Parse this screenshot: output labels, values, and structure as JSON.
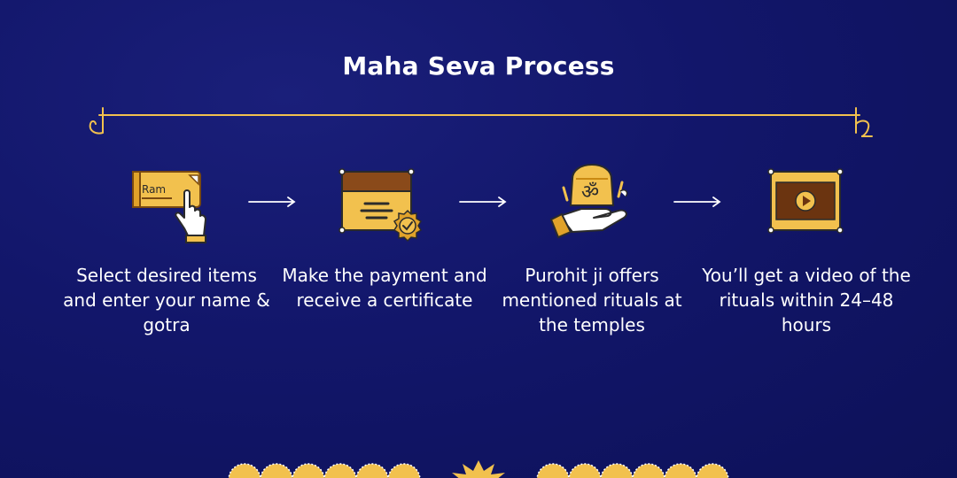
{
  "title": "Maha Seva Process",
  "colors": {
    "accent": "#f2c14e",
    "accent_dark": "#c98a12",
    "background": "#12166a",
    "text": "#ffffff"
  },
  "steps": [
    {
      "icon": "name-card-hand-icon",
      "card_text": "Ram",
      "label": "Select desired items and enter your name & gotra"
    },
    {
      "icon": "certificate-icon",
      "label": "Make the payment and receive a certificate"
    },
    {
      "icon": "priest-offering-icon",
      "label": "Purohit ji offers mentioned rituals at the temples"
    },
    {
      "icon": "video-film-icon",
      "label": "You’ll get a video of the rituals within 24–48 hours"
    }
  ]
}
